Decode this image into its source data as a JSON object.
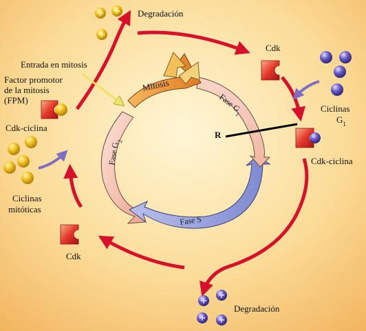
{
  "labels": {
    "degradation_top": "Degradación",
    "degradation_bottom": "Degradación",
    "cdk_top": "Cdk",
    "cdk_left": "Cdk",
    "g1_cyclins_line1": "Ciclinas",
    "g1_cyclins_line2": "G",
    "g1_cyclins_sub": "1",
    "cdk_cyclin_right": "Cdk-ciclina",
    "cdk_cyclin_left": "Cdk-ciclina",
    "mitosis_entry": "Entrada en mitosis",
    "mpf_line1": "Factor promotor",
    "mpf_line2": "de la mitosis",
    "mpf_line3": "(FPM)",
    "mitotic_cyclins_line1": "Ciclinas",
    "mitotic_cyclins_line2": "mitóticas",
    "restriction_point": "R"
  },
  "phases": {
    "mitosis": "Mitosis",
    "g1": "Fase G",
    "g1_sub": "1",
    "s": "Fase S",
    "g2": "Fase G",
    "g2_sub": "2"
  },
  "colors": {
    "background_light": "#fdf1c8",
    "background_dark": "#f6c06a",
    "red_arrow": "#d8102a",
    "mitosis_orange": "#f0a040",
    "g1_pink": "#f6c7b8",
    "s_blue": "#8a95d4",
    "g2_pink": "#f3cfc4",
    "cyclin_gold": "#e8b418",
    "cyclin_purple": "#5b4ab0",
    "cdk_red": "#d8202a",
    "pointer_lavender": "#8a78c8",
    "pointer_yellow": "#f2ea7a"
  }
}
